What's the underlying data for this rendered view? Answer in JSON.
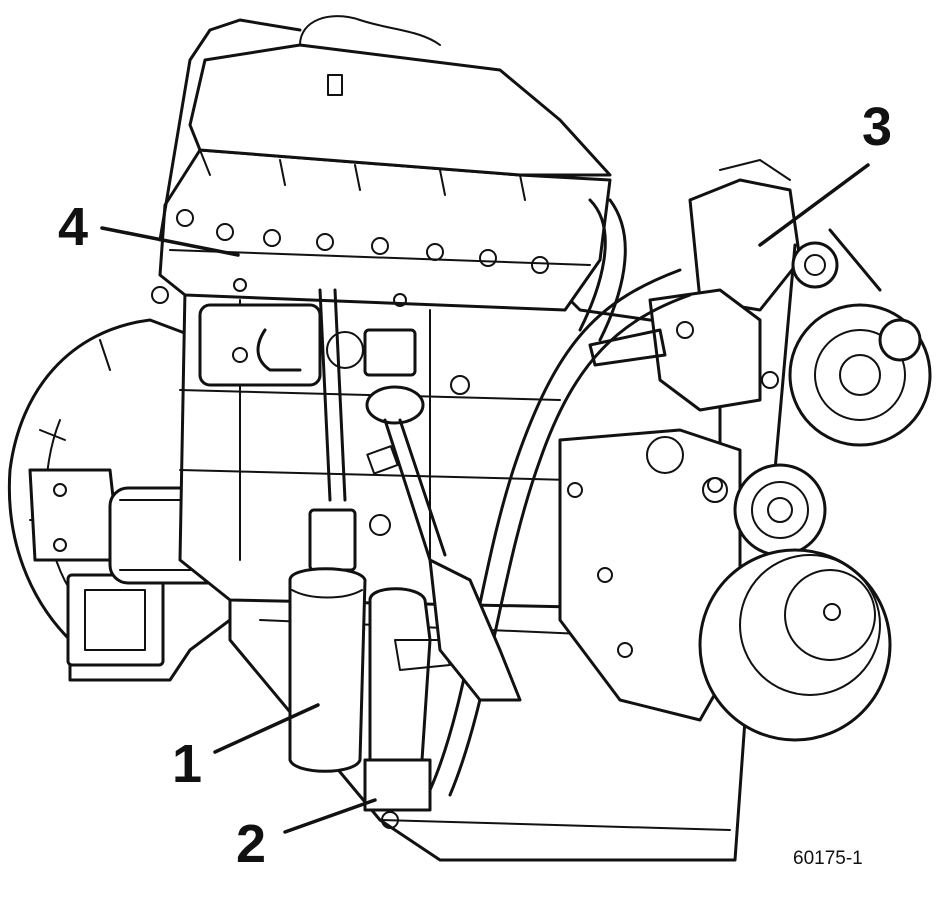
{
  "callouts": [
    {
      "id": "1",
      "label": "1"
    },
    {
      "id": "2",
      "label": "2"
    },
    {
      "id": "3",
      "label": "3"
    },
    {
      "id": "4",
      "label": "4"
    }
  ],
  "figure_code": "60175-1"
}
